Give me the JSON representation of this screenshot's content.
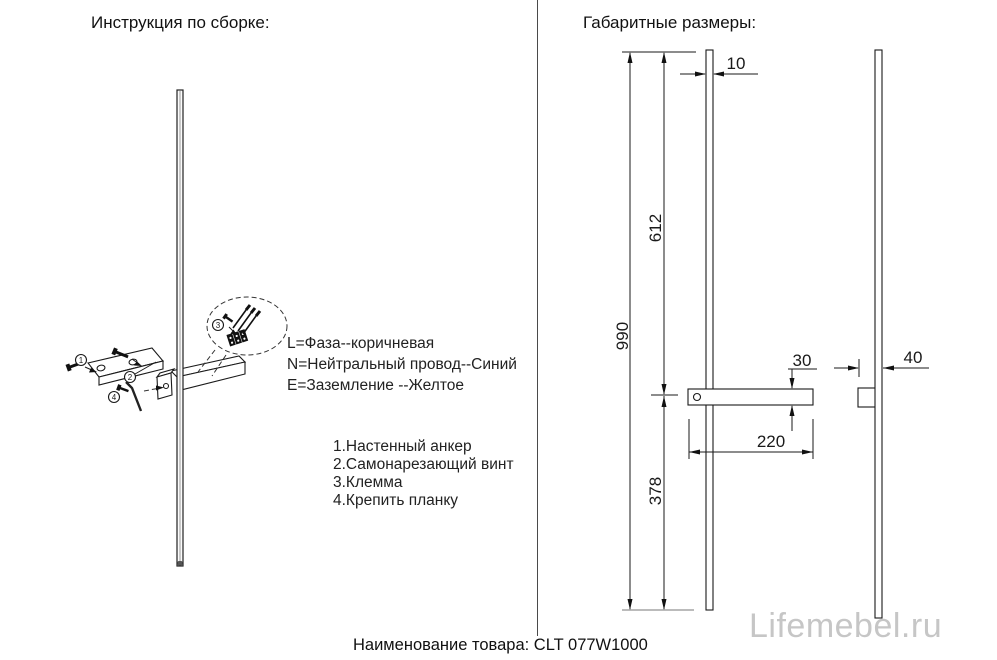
{
  "left_panel": {
    "title": "Инструкция по сборке:",
    "wiring_lines": [
      "L=Фаза--коричневая",
      "N=Нейтральный провод--Синий",
      "E=Заземление --Желтое"
    ],
    "parts_list": [
      "1.Настенный анкер",
      "2.Самонарезающий винт",
      "3.Клемма",
      "4.Крепить планку"
    ],
    "callout_numbers": [
      "1",
      "2",
      "3",
      "4"
    ]
  },
  "right_panel": {
    "title": "Габаритные размеры:",
    "dimensions": {
      "total_height": "990",
      "upper_height": "612",
      "lower_height": "378",
      "tube_width": "10",
      "bracket_thickness": "30",
      "bracket_length": "220",
      "wall_offset": "40"
    }
  },
  "footer": {
    "product_name": "Наименование товара: CLT 077W1000",
    "watermark": "Lifemebel.ru"
  },
  "colors": {
    "line": "#1a1a1a",
    "watermark": "#c6c6c6",
    "background": "#ffffff"
  }
}
